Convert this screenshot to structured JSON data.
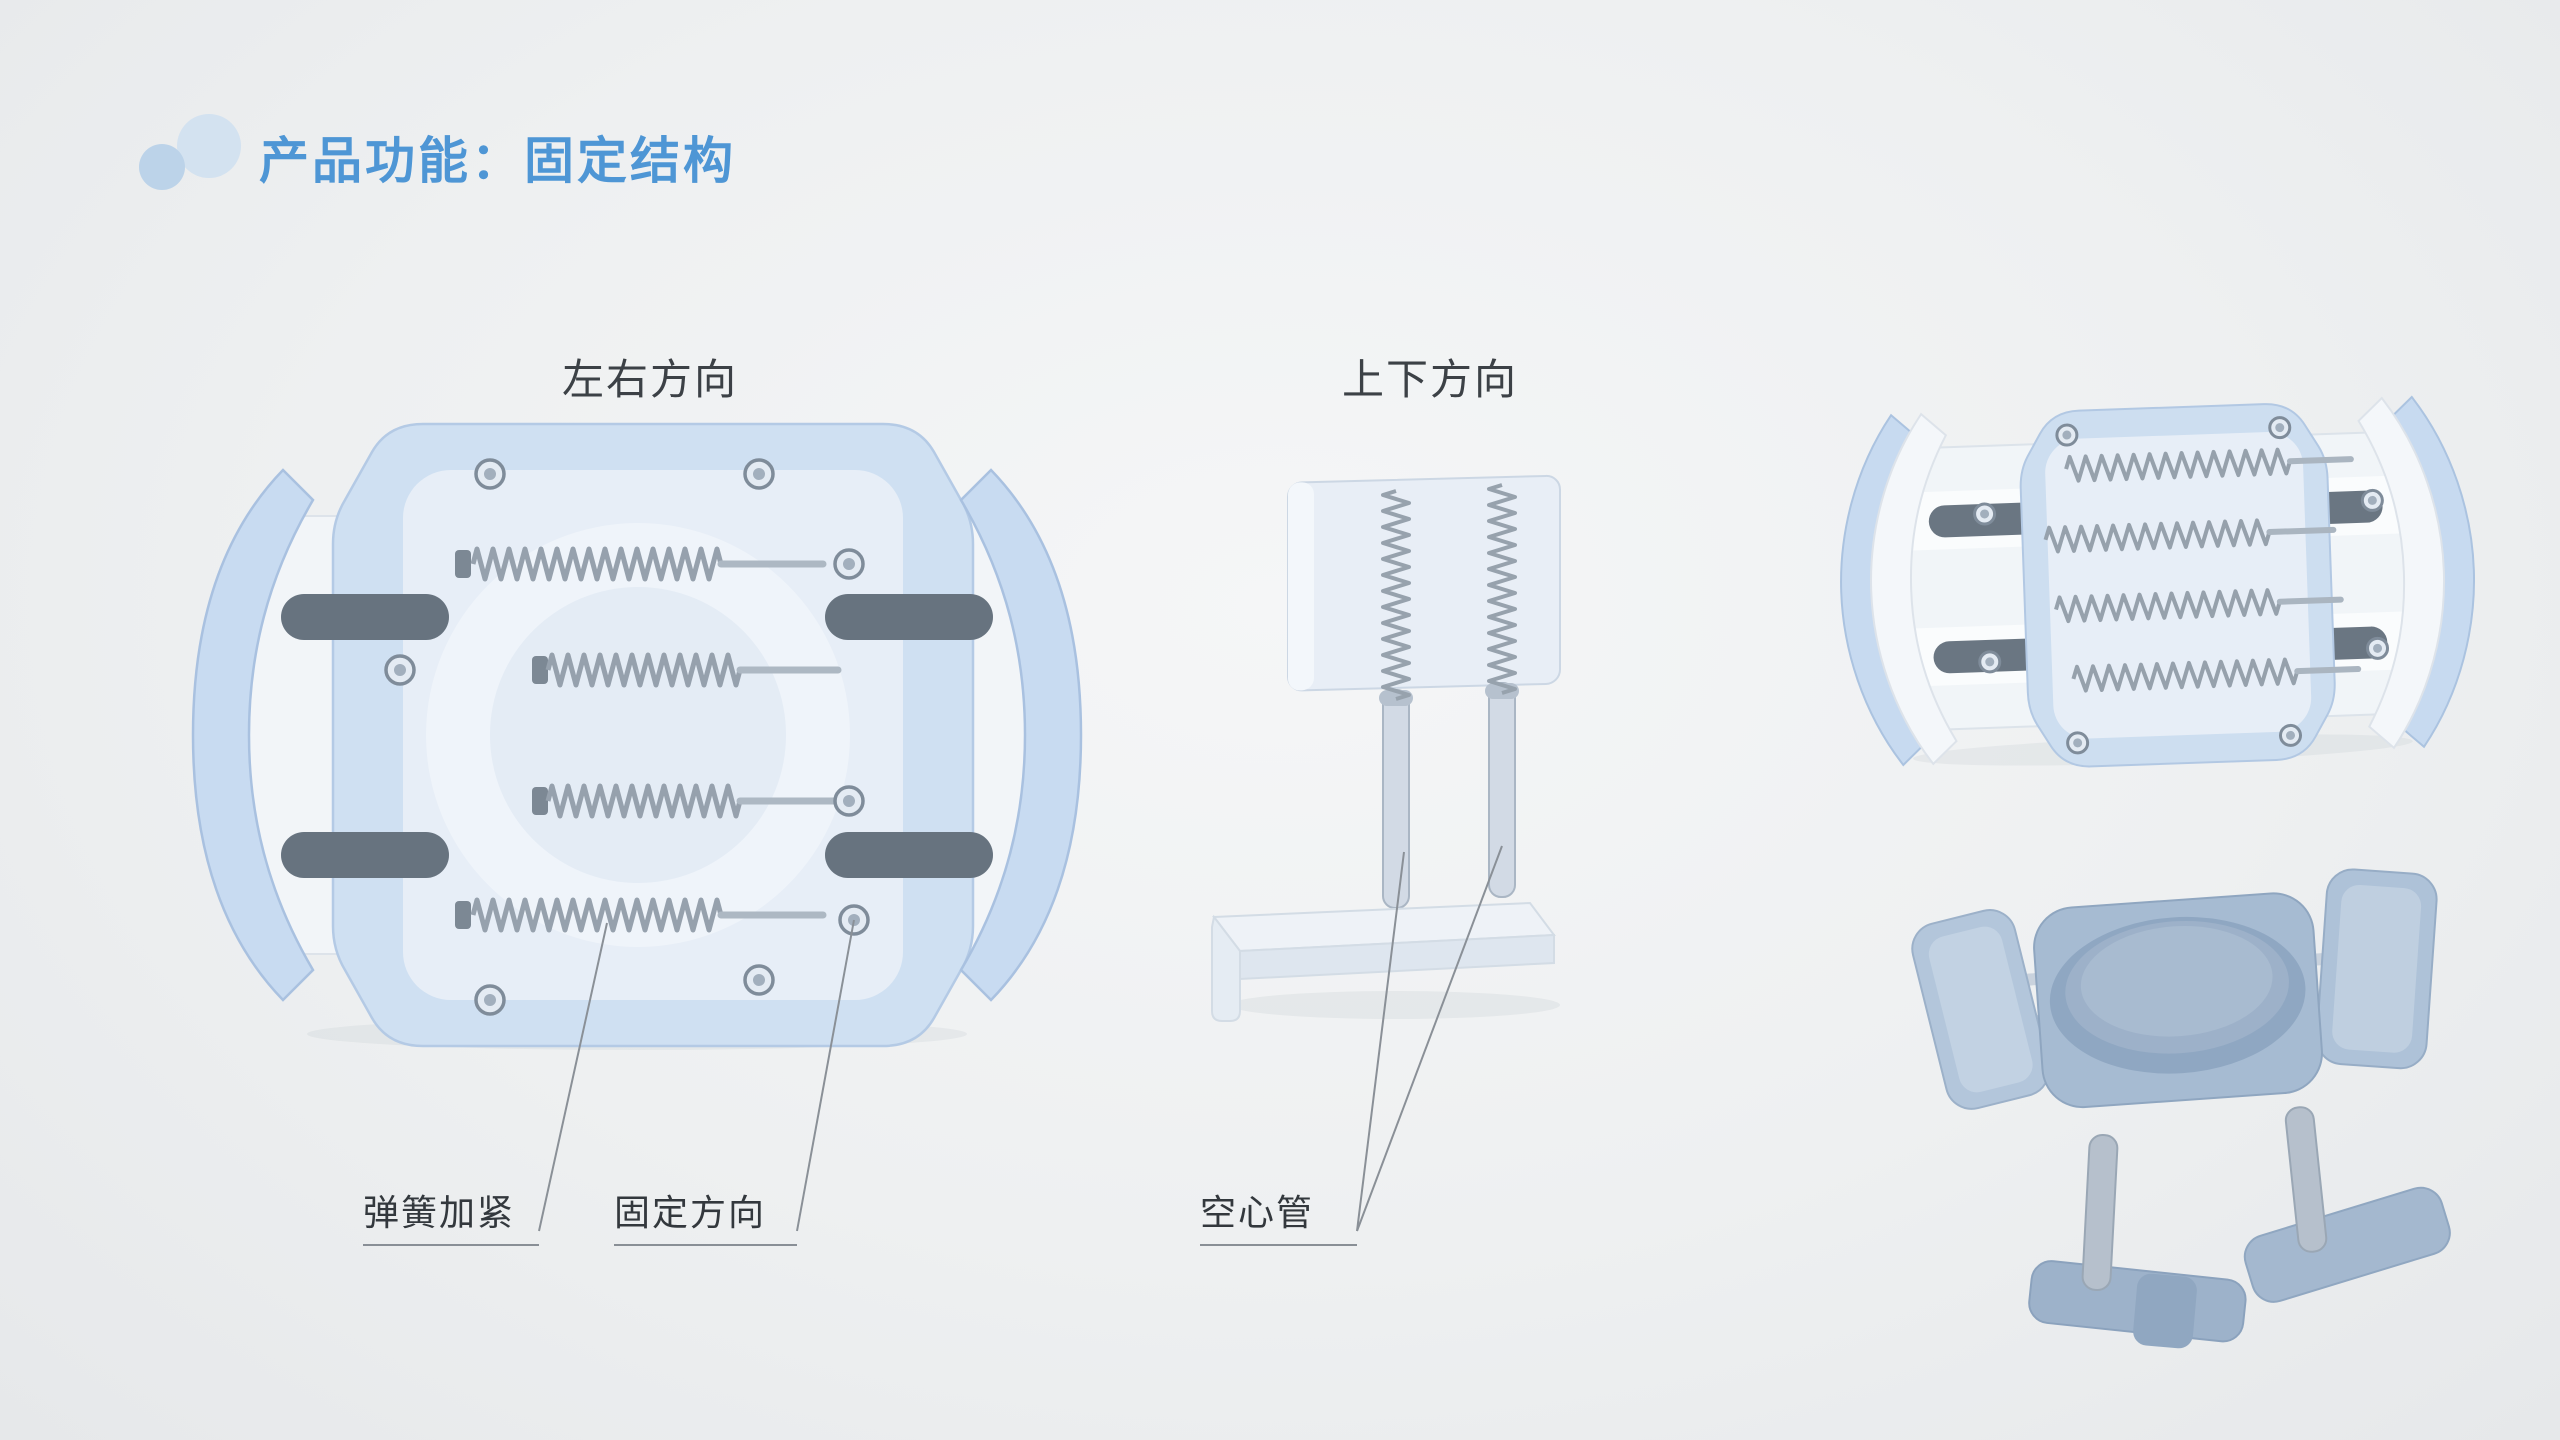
{
  "header": {
    "title": "产品功能：固定结构"
  },
  "views": {
    "left_right": {
      "label": "左右方向"
    },
    "up_down": {
      "label": "上下方向"
    }
  },
  "callouts": {
    "spring_tighten": {
      "label": "弹簧加紧"
    },
    "fix_direction": {
      "label": "固定方向"
    },
    "hollow_tube": {
      "label": "空心管"
    }
  },
  "figures": {
    "count": "4"
  },
  "colors": {
    "background": "#eef0f1",
    "title_blue": "#4e96d5",
    "product_light_blue": "#c8dbf1",
    "product_inner_plate": "#e7eef7",
    "product_deep_blue": "#a6bbd2",
    "slot_dark": "#67737f",
    "spring_gray": "#96a1ad",
    "callout_line": "#8a9097",
    "label_text": "#33383d"
  }
}
